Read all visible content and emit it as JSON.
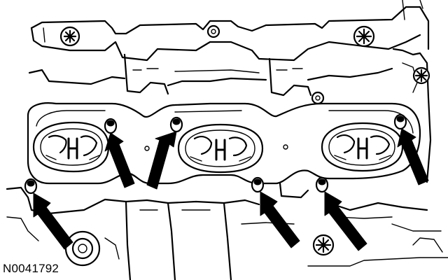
{
  "figure": {
    "id_label": "N0041792"
  },
  "callouts": {
    "arrow_count": 6,
    "targets": [
      "manifold-stud",
      "manifold-stud",
      "manifold-stud",
      "manifold-stud",
      "manifold-stud",
      "manifold-stud"
    ]
  },
  "colors": {
    "line": "#000000",
    "background": "#ffffff"
  }
}
